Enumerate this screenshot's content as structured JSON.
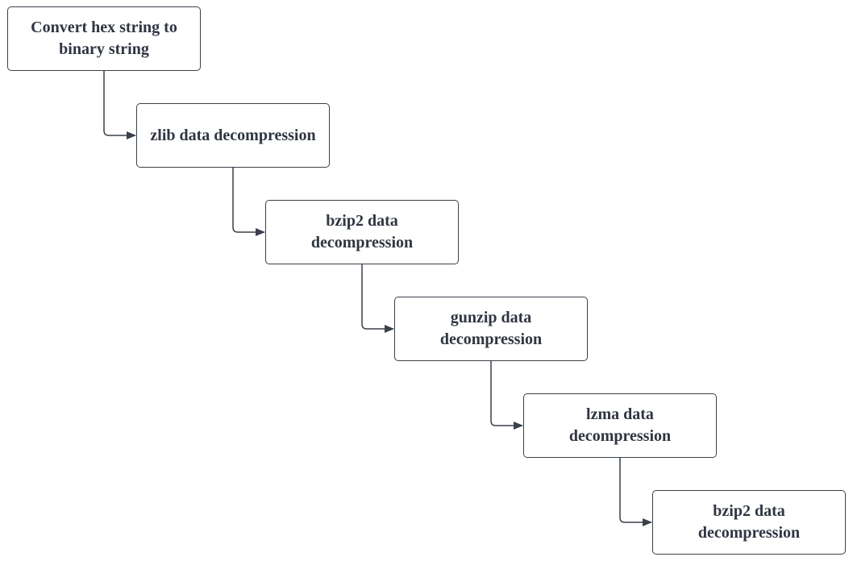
{
  "diagram": {
    "nodes": [
      {
        "id": "n1",
        "label": "Convert hex string to binary string"
      },
      {
        "id": "n2",
        "label": "zlib data decompression"
      },
      {
        "id": "n3",
        "label": "bzip2 data decompression"
      },
      {
        "id": "n4",
        "label": "gunzip data decompression"
      },
      {
        "id": "n5",
        "label": "lzma data decompression"
      },
      {
        "id": "n6",
        "label": "bzip2 data decompression"
      }
    ],
    "edges": [
      {
        "from": "n1",
        "to": "n2"
      },
      {
        "from": "n2",
        "to": "n3"
      },
      {
        "from": "n3",
        "to": "n4"
      },
      {
        "from": "n4",
        "to": "n5"
      },
      {
        "from": "n5",
        "to": "n6"
      }
    ],
    "colors": {
      "stroke": "#3a414a",
      "text": "#2f3541",
      "background": "#ffffff"
    }
  }
}
